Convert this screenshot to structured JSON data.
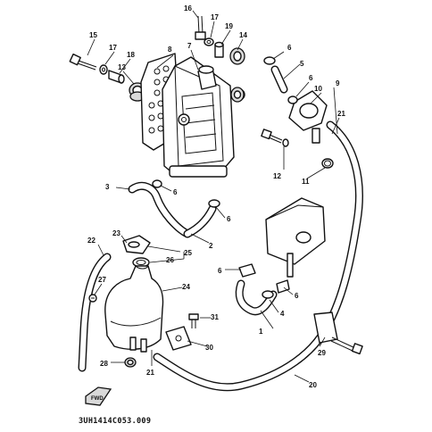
{
  "diagram": {
    "drawing_code": "3UH1414C053.009",
    "fwd_label": "FWD",
    "callouts": [
      {
        "id": "c1",
        "text": "1"
      },
      {
        "id": "c2",
        "text": "2"
      },
      {
        "id": "c3",
        "text": "3"
      },
      {
        "id": "c4",
        "text": "4"
      },
      {
        "id": "c5",
        "text": "5"
      },
      {
        "id": "c6a",
        "text": "6"
      },
      {
        "id": "c6b",
        "text": "6"
      },
      {
        "id": "c6c",
        "text": "6"
      },
      {
        "id": "c6d",
        "text": "6"
      },
      {
        "id": "c6e",
        "text": "6"
      },
      {
        "id": "c6f",
        "text": "6"
      },
      {
        "id": "c7",
        "text": "7"
      },
      {
        "id": "c8",
        "text": "8"
      },
      {
        "id": "c9",
        "text": "9"
      },
      {
        "id": "c10",
        "text": "10"
      },
      {
        "id": "c11",
        "text": "11"
      },
      {
        "id": "c12",
        "text": "12"
      },
      {
        "id": "c13",
        "text": "13"
      },
      {
        "id": "c14",
        "text": "14"
      },
      {
        "id": "c15",
        "text": "15"
      },
      {
        "id": "c16",
        "text": "16"
      },
      {
        "id": "c17a",
        "text": "17"
      },
      {
        "id": "c17b",
        "text": "17"
      },
      {
        "id": "c18",
        "text": "18"
      },
      {
        "id": "c19",
        "text": "19"
      },
      {
        "id": "c20",
        "text": "20"
      },
      {
        "id": "c21a",
        "text": "21"
      },
      {
        "id": "c21b",
        "text": "21"
      },
      {
        "id": "c22",
        "text": "22"
      },
      {
        "id": "c23",
        "text": "23"
      },
      {
        "id": "c24",
        "text": "24"
      },
      {
        "id": "c25",
        "text": "25"
      },
      {
        "id": "c26",
        "text": "26"
      },
      {
        "id": "c27",
        "text": "27"
      },
      {
        "id": "c28",
        "text": "28"
      },
      {
        "id": "c29",
        "text": "29"
      },
      {
        "id": "c30",
        "text": "30"
      },
      {
        "id": "c31",
        "text": "31"
      }
    ]
  }
}
